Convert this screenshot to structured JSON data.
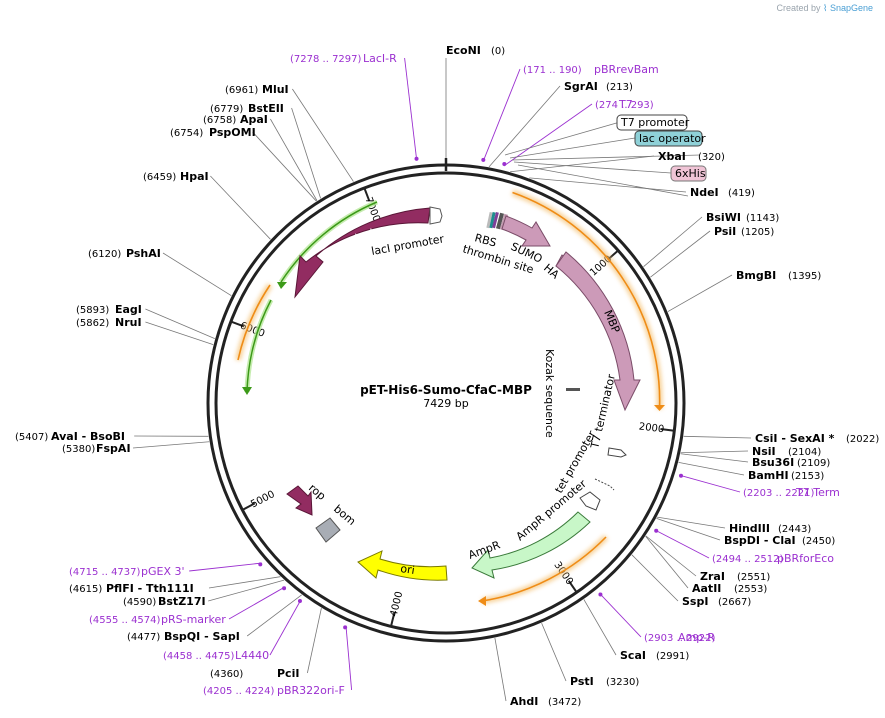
{
  "credit": {
    "prefix": "Created by",
    "brand": "SnapGene"
  },
  "plasmid": {
    "name": "pET-His6-Sumo-CfaC-MBP",
    "size_label": "7429 bp",
    "length": 7429
  },
  "ticks": [
    {
      "pos": 1000,
      "label": "1000"
    },
    {
      "pos": 2000,
      "label": "2000"
    },
    {
      "pos": 3000,
      "label": "3000"
    },
    {
      "pos": 4000,
      "label": "4000"
    },
    {
      "pos": 5000,
      "label": "5000"
    },
    {
      "pos": 6000,
      "label": "6000"
    },
    {
      "pos": 7000,
      "label": "7000"
    }
  ],
  "enzymes": [
    {
      "name": "EcoNI",
      "pos_label": "(0)",
      "pos": 0
    },
    {
      "name": "SgrAI",
      "pos_label": "(213)",
      "pos": 213
    },
    {
      "name": "XbaI",
      "pos_label": "(320)",
      "pos": 320
    },
    {
      "name": "NdeI",
      "pos_label": "(419)",
      "pos": 419
    },
    {
      "name": "BsiWI",
      "pos_label": "(1143)",
      "pos": 1143
    },
    {
      "name": "PsiI",
      "pos_label": "(1205)",
      "pos": 1205
    },
    {
      "name": "BmgBI",
      "pos_label": "(1395)",
      "pos": 1395
    },
    {
      "name": "CsiI - SexAI *",
      "pos_label": "(2022)",
      "pos": 2022
    },
    {
      "name": "NsiI",
      "pos_label": "(2104)",
      "pos": 2104
    },
    {
      "name": "Bsu36I",
      "pos_label": "(2109)",
      "pos": 2109
    },
    {
      "name": "BamHI",
      "pos_label": "(2153)",
      "pos": 2153
    },
    {
      "name": "HindIII",
      "pos_label": "(2443)",
      "pos": 2443
    },
    {
      "name": "BspDI - ClaI",
      "pos_label": "(2450)",
      "pos": 2450
    },
    {
      "name": "ZraI",
      "pos_label": "(2551)",
      "pos": 2551
    },
    {
      "name": "AatII",
      "pos_label": "(2553)",
      "pos": 2553
    },
    {
      "name": "SspI",
      "pos_label": "(2667)",
      "pos": 2667
    },
    {
      "name": "ScaI",
      "pos_label": "(2991)",
      "pos": 2991
    },
    {
      "name": "PstI",
      "pos_label": "(3230)",
      "pos": 3230
    },
    {
      "name": "AhdI",
      "pos_label": "(3472)",
      "pos": 3472
    },
    {
      "name": "PciI",
      "pos_label": "(4360)",
      "pos": 4360
    },
    {
      "name": "BspQI - SapI",
      "pos_label": "(4477)",
      "pos": 4477
    },
    {
      "name": "BstZ17I",
      "pos_label": "(4590)",
      "pos": 4590
    },
    {
      "name": "PflFI - Tth111I",
      "pos_label": "(4615)",
      "pos": 4615
    },
    {
      "name": "FspAI",
      "pos_label": "(5380)",
      "pos": 5380
    },
    {
      "name": "AvaI - BsoBI",
      "pos_label": "(5407)",
      "pos": 5407
    },
    {
      "name": "NruI",
      "pos_label": "(5862)",
      "pos": 5862
    },
    {
      "name": "EagI",
      "pos_label": "(5893)",
      "pos": 5893
    },
    {
      "name": "PshAI",
      "pos_label": "(6120)",
      "pos": 6120
    },
    {
      "name": "HpaI",
      "pos_label": "(6459)",
      "pos": 6459
    },
    {
      "name": "PspOMI",
      "pos_label": "(6754)",
      "pos": 6754
    },
    {
      "name": "ApaI",
      "pos_label": "(6758)",
      "pos": 6758
    },
    {
      "name": "BstEII",
      "pos_label": "(6779)",
      "pos": 6779
    },
    {
      "name": "MluI",
      "pos_label": "(6961)",
      "pos": 6961
    }
  ],
  "primers": [
    {
      "name": "LacI-R",
      "range": "(7278 .. 7297)",
      "pos": 7287
    },
    {
      "name": "pBRrevBam",
      "range": "(171 .. 190)",
      "pos": 180
    },
    {
      "name": "T7",
      "range": "(274 .. 293)",
      "pos": 283
    },
    {
      "name": "T7 Term",
      "range": "(2203 .. 2221)",
      "pos": 2212
    },
    {
      "name": "pBRforEco",
      "range": "(2494 .. 2512)",
      "pos": 2503
    },
    {
      "name": "Amp-R",
      "range": "(2903 .. 2922)",
      "pos": 2912
    },
    {
      "name": "pGEX 3'",
      "range": "(4715 .. 4737)",
      "pos": 4726
    },
    {
      "name": "pRS-marker",
      "range": "(4555 .. 4574)",
      "pos": 4564
    },
    {
      "name": "L4440",
      "range": "(4458 .. 4475)",
      "pos": 4466
    },
    {
      "name": "pBR322ori-F",
      "range": "(4205 .. 4224)",
      "pos": 4214
    }
  ],
  "boxed_features": [
    {
      "name": "T7 promoter",
      "style": "white"
    },
    {
      "name": "lac operator",
      "style": "teal"
    },
    {
      "name": "6xHis",
      "style": "pink"
    }
  ],
  "features": {
    "laci": "lacI",
    "laci_promoter": "lacI promoter",
    "rbs": "RBS",
    "thrombin": "thrombin site",
    "sumo": "SUMO",
    "ha": "HA",
    "mbp": "MBP",
    "kozak": "Kozak sequence",
    "t7_terminator": "T7 terminator",
    "tet_promoter": "tet promoter",
    "ampr_promoter": "AmpR promoter",
    "ampr": "AmpR",
    "ori": "ori",
    "rop": "rop",
    "bom": "bom"
  },
  "colors": {
    "backbone": "#222222",
    "laci": "#922c61",
    "sumo_mbp": "#cc9ab8",
    "ampr": "#c8f7c8",
    "ori": "#ffff00",
    "rop": "#922c61",
    "bom": "#a8adb5",
    "orf_orange": "#ef8c16",
    "orf_green": "#3c9a18",
    "primer": "#9b30d0",
    "tag_teal": "#8fd1d8",
    "tag_pink": "#f0c4d6"
  }
}
